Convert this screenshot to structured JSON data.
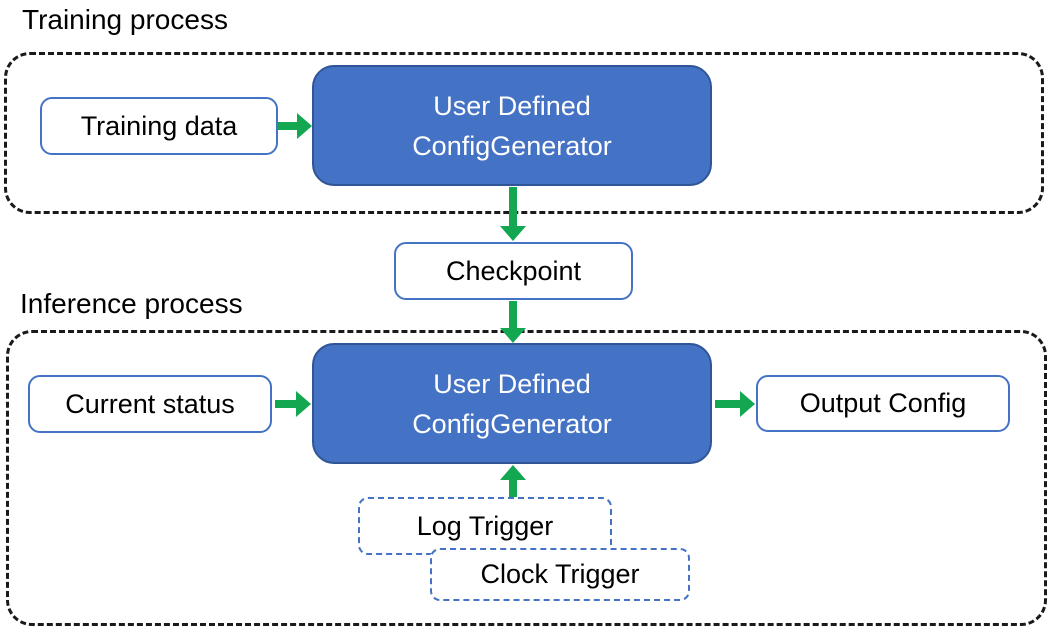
{
  "sections": {
    "training": {
      "label": "Training process"
    },
    "inference": {
      "label": "Inference process"
    }
  },
  "nodes": {
    "training_data": {
      "label": "Training data"
    },
    "trainer": {
      "line1": "User Defined",
      "line2": "ConfigGenerator"
    },
    "checkpoint": {
      "label": "Checkpoint"
    },
    "current_status": {
      "label": "Current status"
    },
    "inferencer": {
      "line1": "User Defined",
      "line2": "ConfigGenerator"
    },
    "output_config": {
      "label": "Output Config"
    },
    "log_trigger": {
      "label": "Log Trigger"
    },
    "clock_trigger": {
      "label": "Clock Trigger"
    }
  },
  "colors": {
    "node_fill": "#4472C4",
    "node_border": "#2F5597",
    "outline_border": "#4472C4",
    "arrow": "#13A751",
    "container_border": "#1a1a1a",
    "label_text": "#000000",
    "node_text": "#FFFFFF"
  }
}
